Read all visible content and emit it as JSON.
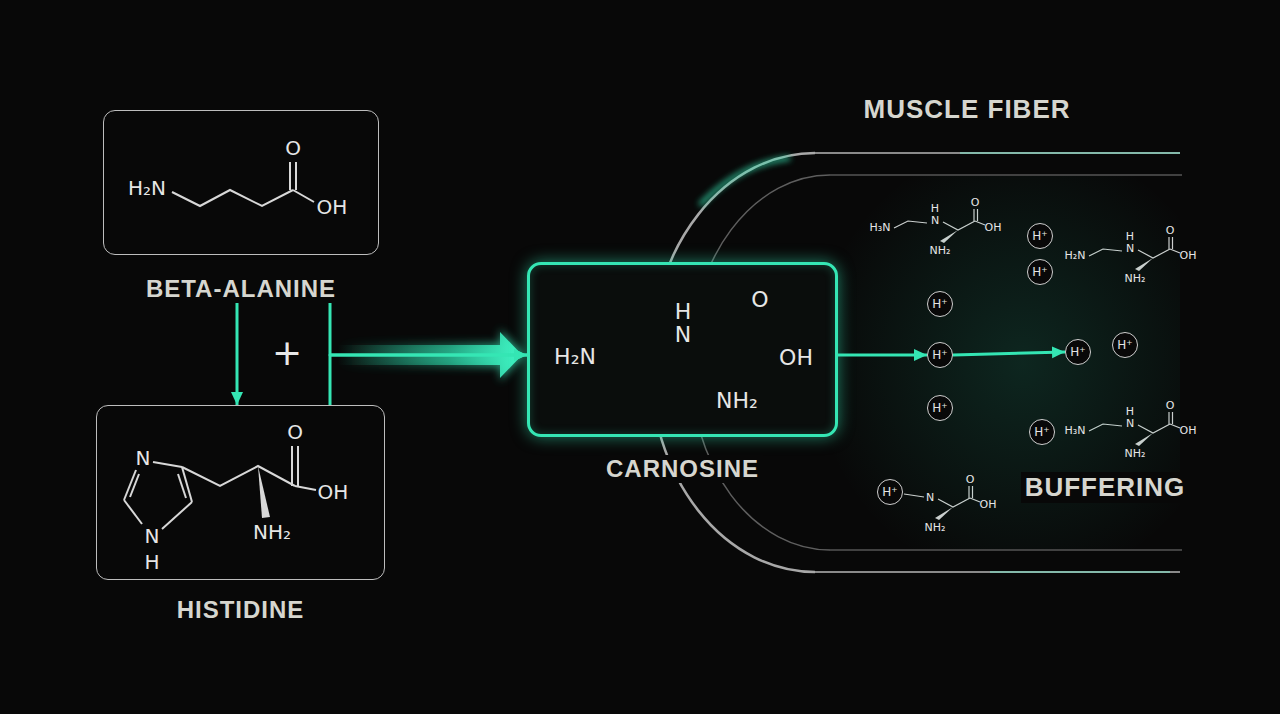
{
  "diagram": {
    "nodes": [
      {
        "text": [
          "BETA-ALANINE"
        ]
      },
      {
        "text": [
          "HISTIDINE"
        ]
      },
      {
        "text": [
          "CARNOSINE"
        ]
      },
      {
        "text": [
          "MUSCLE FIBER",
          "BUFFERING"
        ]
      },
      {
        "text": [
          "H⁺"
        ],
        "in": 3
      },
      {
        "text": [
          "H⁺"
        ],
        "in": 3
      },
      {
        "text": [
          "H⁺"
        ],
        "in": 3
      },
      {
        "text": [
          "H⁺"
        ],
        "in": 3
      },
      {
        "text": [
          "H⁺"
        ],
        "in": 3
      },
      {
        "text": [
          "H⁺"
        ],
        "in": 3
      },
      {
        "text": [
          "H⁺"
        ],
        "in": 3
      },
      {
        "text": [
          "H⁺"
        ],
        "in": 3
      },
      {
        "text": [
          "H⁺"
        ],
        "in": 3
      }
    ],
    "edges": [
      {
        "from": 0,
        "to": 1,
        "arrow": "to"
      },
      {
        "from": 0,
        "to": 2,
        "arrow": "to"
      },
      {
        "from": 1,
        "to": 2,
        "arrow": "to"
      },
      {
        "from": 2,
        "to": 5,
        "arrow": "to"
      },
      {
        "from": 5,
        "to": 9,
        "arrow": "to"
      }
    ],
    "labels": [
      "+",
      "H₂N",
      "O",
      "OH",
      "N",
      "N",
      "H",
      "O",
      "OH",
      "NH₂",
      "H₂N",
      "H",
      "N",
      "O",
      "OH",
      "NH₂",
      "H₃N",
      "H",
      "N",
      "O",
      "OH",
      "NH₂",
      "H₂N",
      "H",
      "N",
      "O",
      "OH",
      "NH₂",
      "H₃N",
      "H",
      "N",
      "O",
      "OH",
      "NH₂",
      "N",
      "O",
      "OH",
      "NH₂"
    ]
  }
}
